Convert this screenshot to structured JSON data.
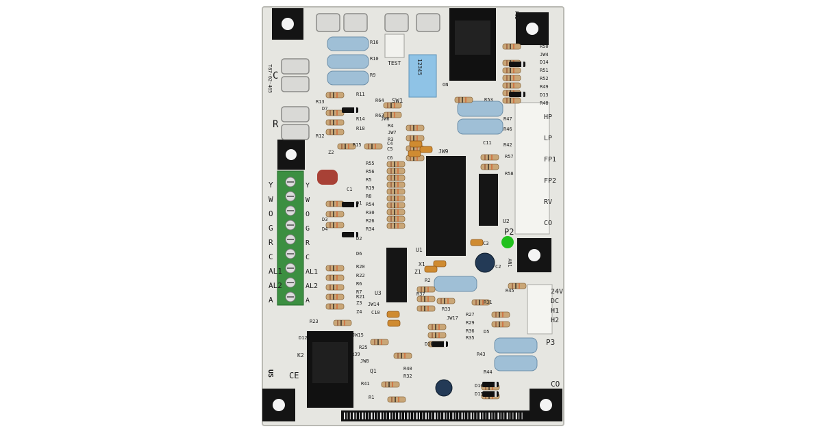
{
  "board": {
    "top_left_code": "T87-02-465",
    "top_right_code": "PCB",
    "colors": {
      "pcb": "#e6e6e1",
      "pcb_edge": "#b9b9b3",
      "corner_pad": "#141414",
      "terminal_block": "#3c8f41",
      "ic": "#151515",
      "relay": "#111111",
      "dip_switch": "#8fc3e6",
      "led_green": "#21c11d",
      "silkscreen": "#1e1e1e",
      "red_mark": "#d33b3b"
    }
  },
  "terminal_labels": [
    "Y",
    "W",
    "O",
    "G",
    "R",
    "C",
    "AL1",
    "AL2",
    "A"
  ],
  "terminal_labels_right": [
    "Y",
    "W",
    "O",
    "G",
    "R",
    "C",
    "AL1",
    "AL2",
    "A"
  ],
  "left_spade_labels": [
    "C",
    "R"
  ],
  "connector_labels": [
    "HP",
    "LP",
    "FP1",
    "FP2",
    "RV",
    "CO"
  ],
  "p3_labels": [
    "24V",
    "DC",
    "H1",
    "H2"
  ],
  "labels": {
    "test": "TEST",
    "sw1": "SW1",
    "jw9": "JW9",
    "u1": "U1",
    "u2": "U2",
    "u3": "U3",
    "p2": "P2",
    "p3": "P3",
    "k1": "K1",
    "k2": "K2",
    "x1": "X1",
    "z1": "Z1",
    "q1": "Q1",
    "co": "CO",
    "ce": "CE",
    "ul": "US",
    "led_label": "AN1",
    "dip_numbers": "12345",
    "on": "ON"
  },
  "resistor_labels": {
    "left_col": [
      "R16",
      "R10",
      "R9",
      "R11",
      "R13",
      "D7",
      "R14",
      "R18",
      "R12",
      "R15",
      "Z2"
    ],
    "mid_col": [
      "R55",
      "R56",
      "R5",
      "R19",
      "R8",
      "R54",
      "R30",
      "R26",
      "R34"
    ],
    "lower_left": [
      "D1",
      "D3",
      "D4",
      "D2",
      "D6",
      "R20",
      "R22",
      "R6",
      "R7",
      "R21",
      "Z3",
      "Z4",
      "R23",
      "D12",
      "R25",
      "R39",
      "JW8",
      "R41",
      "R1"
    ],
    "right_top": [
      "R50",
      "JW4",
      "D14",
      "R51",
      "R52",
      "R49",
      "D13",
      "R48",
      "R53",
      "R47",
      "R46",
      "R42",
      "C11",
      "R57",
      "R58"
    ],
    "right_low": [
      "R45",
      "R31",
      "R27",
      "R29",
      "D5",
      "R36",
      "R35",
      "R43",
      "R44",
      "D16",
      "D15",
      "R33",
      "R37",
      "R2",
      "C1",
      "C2",
      "C3",
      "C4",
      "C5",
      "C6",
      "C10",
      "JW17",
      "JW14",
      "JW15",
      "D10",
      "R40",
      "R32",
      "R4",
      "R64",
      "R63",
      "JW6",
      "JW7",
      "R3"
    ]
  }
}
